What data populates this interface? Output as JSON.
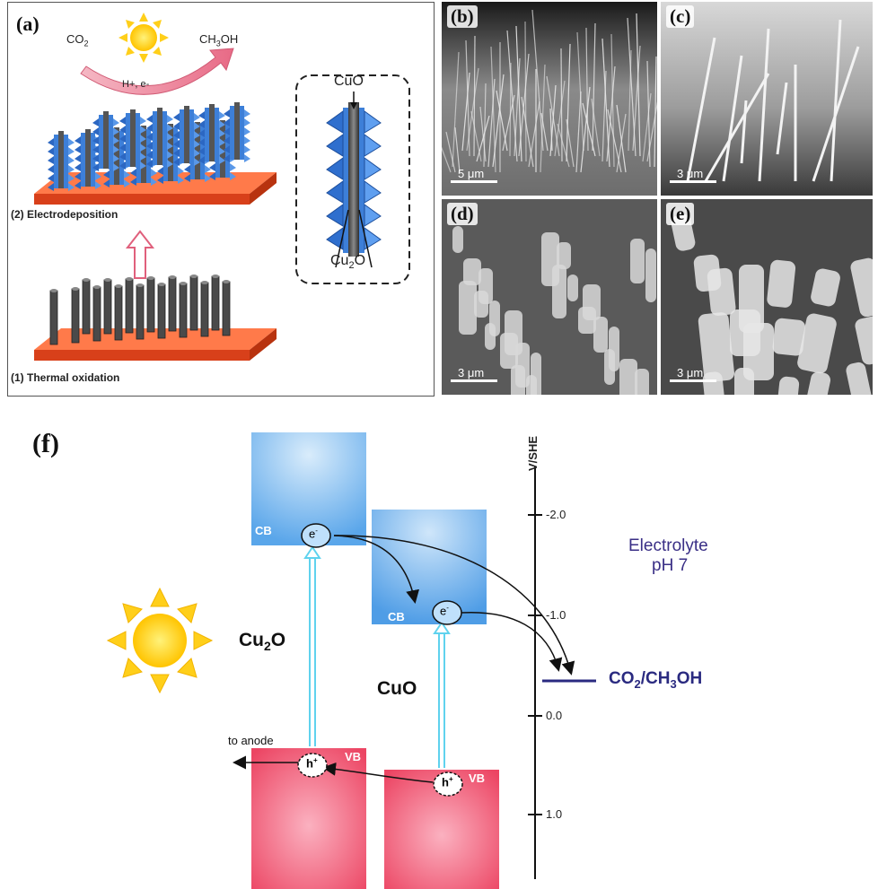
{
  "panel_a": {
    "label": "(a)",
    "co2": "CO",
    "co2_sub": "2",
    "ch3oh": "CH",
    "ch3oh_sub": "3",
    "ch3oh_end": "OH",
    "h_e": "H+, e-",
    "step2": "(2) Electrodeposition",
    "step1": "(1) Thermal oxidation",
    "inset_cuo": "CuO",
    "inset_cu2o": "Cu",
    "inset_cu2o_sub": "2",
    "inset_cu2o_end": "O"
  },
  "sem_panels": [
    {
      "label": "(b)",
      "scale": "5 μm"
    },
    {
      "label": "(c)",
      "scale": "3 μm"
    },
    {
      "label": "(d)",
      "scale": "3 μm"
    },
    {
      "label": "(e)",
      "scale": "3 μm"
    }
  ],
  "panel_f": {
    "label": "(f)",
    "axis_title": "V/SHE",
    "ticks": [
      "-2.0",
      "-1.0",
      "0.0",
      "1.0"
    ],
    "electrolyte": "Electrolyte",
    "ph": "pH 7",
    "couple": "CO",
    "couple_sub": "2",
    "couple_mid": "/CH",
    "couple_sub2": "3",
    "couple_end": "OH",
    "cb": "CB",
    "vb": "VB",
    "electron": "e",
    "hole": "h",
    "cu2o": "Cu",
    "cu2o_sub": "2",
    "cu2o_end": "O",
    "cuo": "CuO",
    "to_anode": "to anode"
  },
  "colors": {
    "cb_blue": "#5aa6ea",
    "vb_red": "#ef4a66",
    "substrate": "#f0502a",
    "deposit_blue": "#3d7fd8",
    "couple_line": "#2a2a80",
    "electrolyte_text": "#3a2f86",
    "sun": "#ffd21e"
  }
}
